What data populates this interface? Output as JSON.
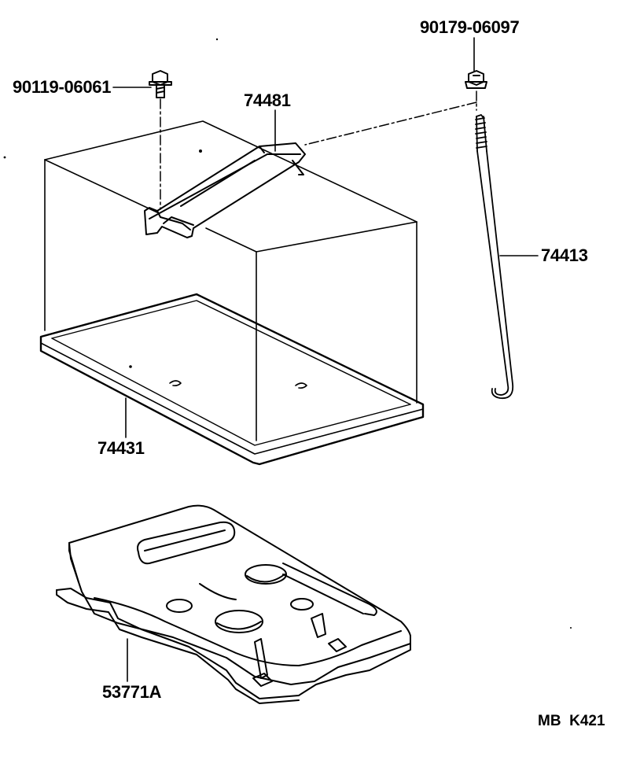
{
  "parts": {
    "bolt": "90119-06061",
    "nut": "90179-06097",
    "clamp": "74481",
    "rod": "74413",
    "tray": "74431",
    "bracket": "53771A"
  },
  "footer": {
    "code": "MB  K421"
  },
  "colors": {
    "ink": "#000000",
    "paper": "#ffffff"
  }
}
